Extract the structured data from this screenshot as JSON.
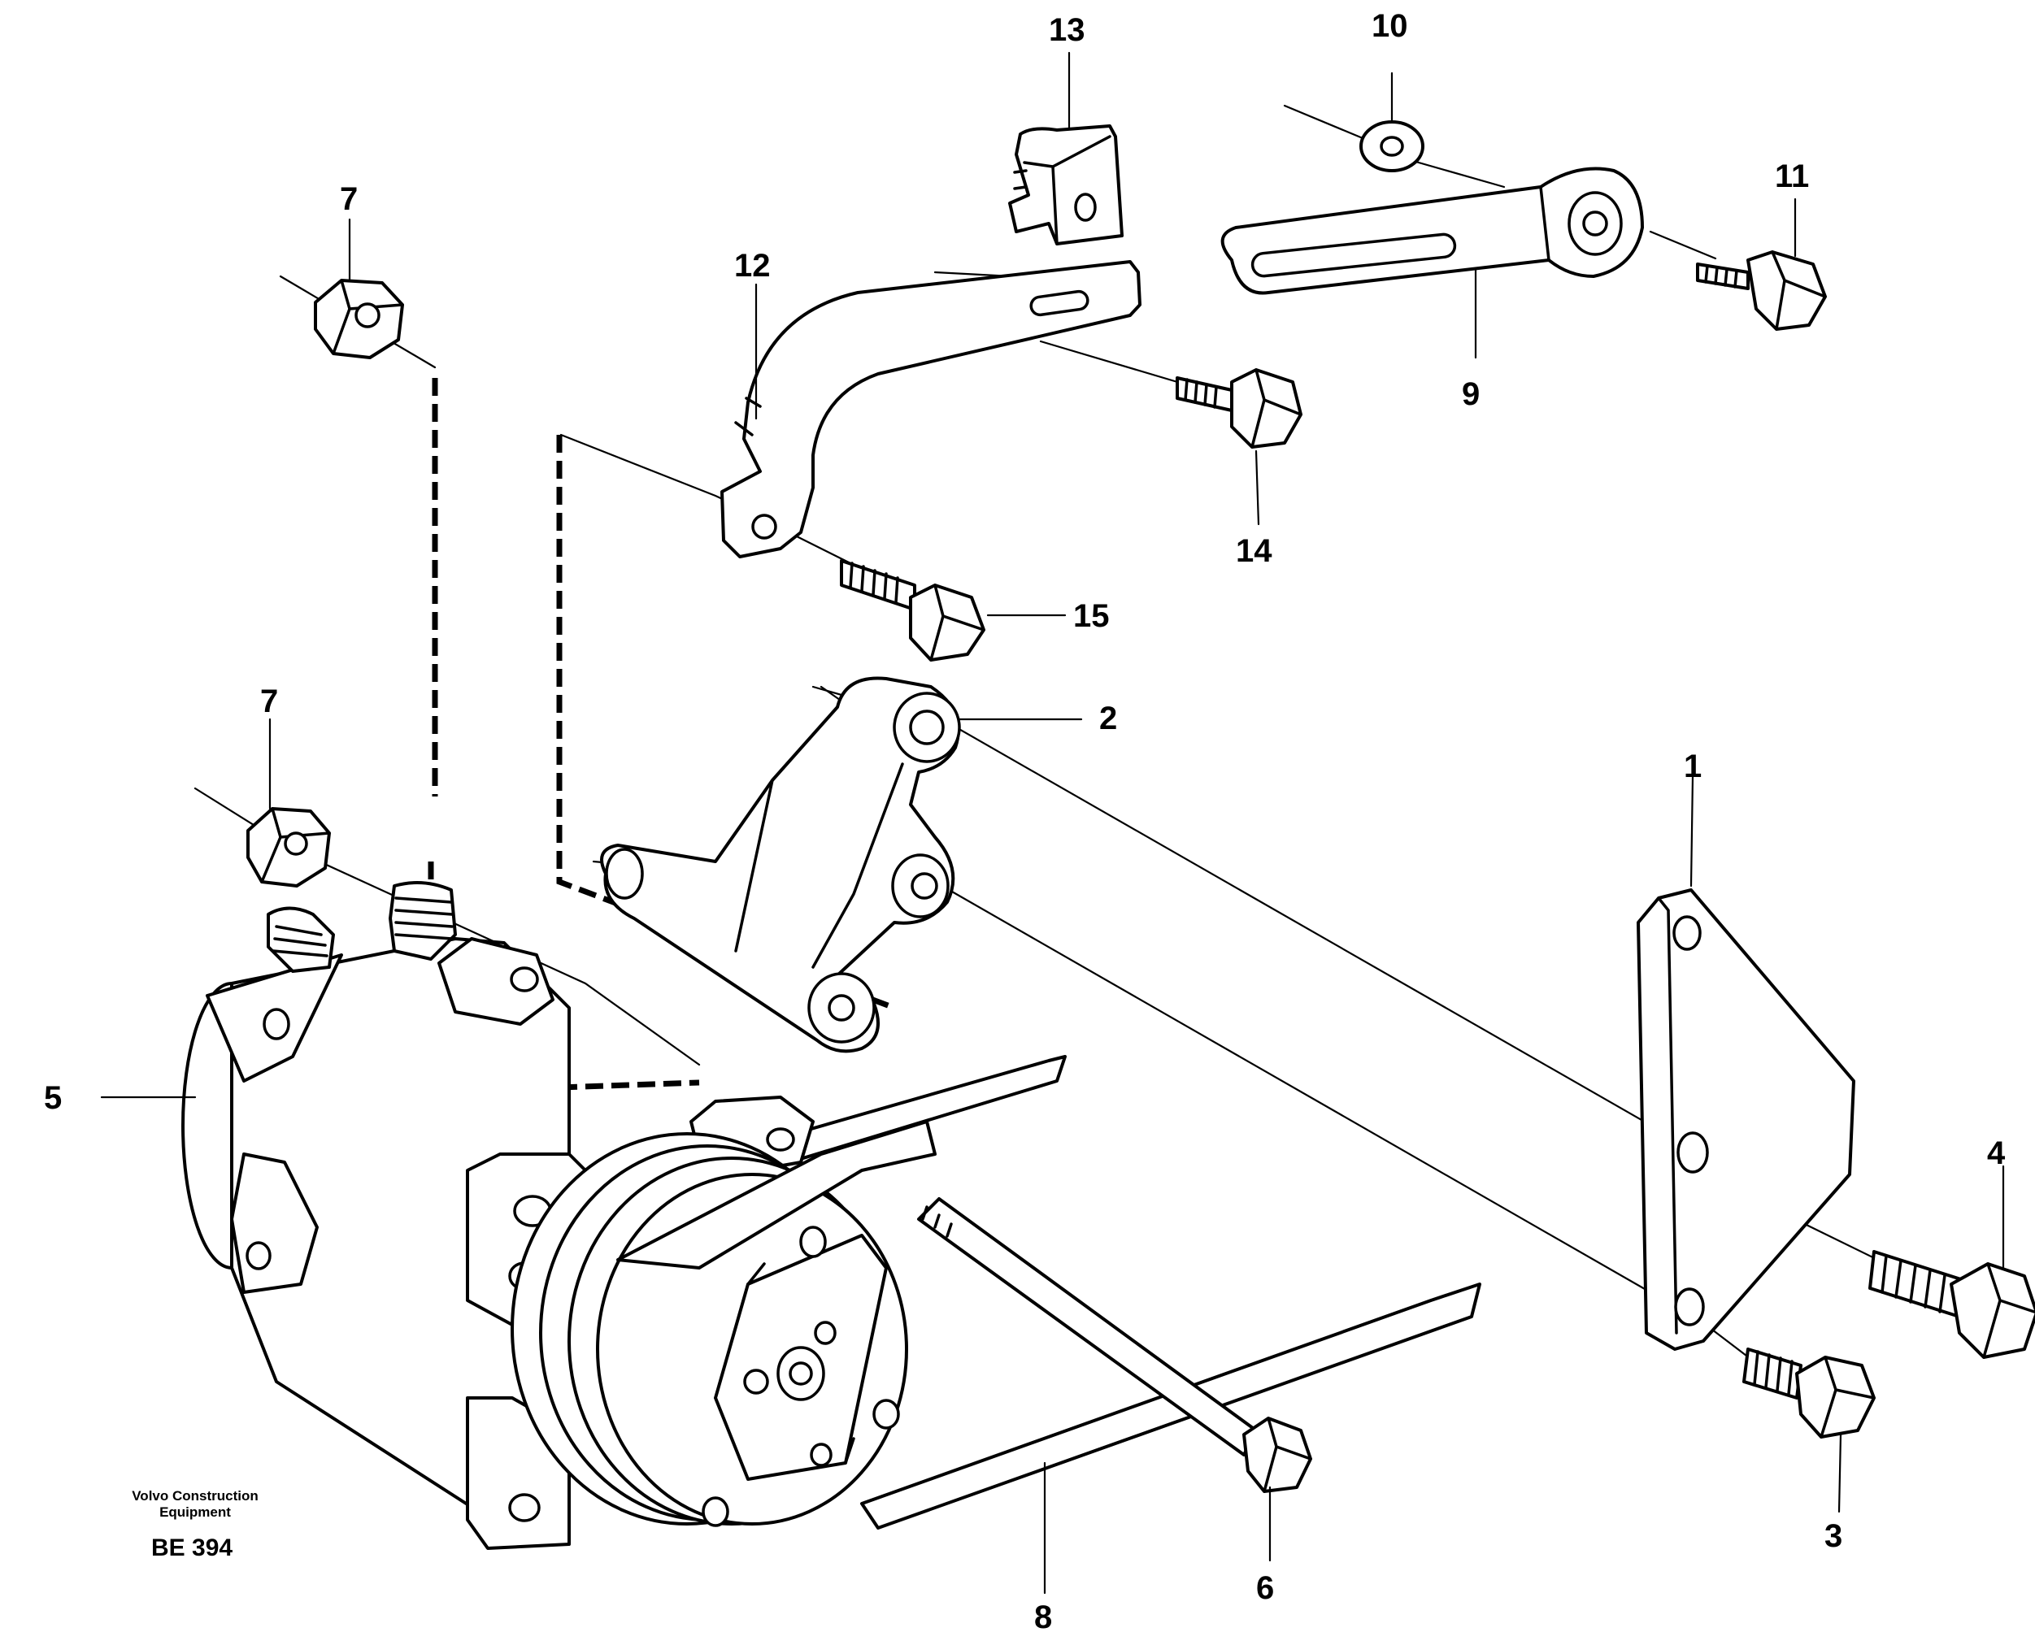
{
  "callouts": {
    "c1": "1",
    "c2": "2",
    "c3": "3",
    "c4": "4",
    "c5": "5",
    "c6": "6",
    "c7a": "7",
    "c7b": "7",
    "c8": "8",
    "c9": "9",
    "c10": "10",
    "c11": "11",
    "c12": "12",
    "c13": "13",
    "c14": "14",
    "c15": "15"
  },
  "footer": {
    "company_line1": "Volvo Construction",
    "company_line2": "Equipment",
    "code": "BE 394"
  }
}
